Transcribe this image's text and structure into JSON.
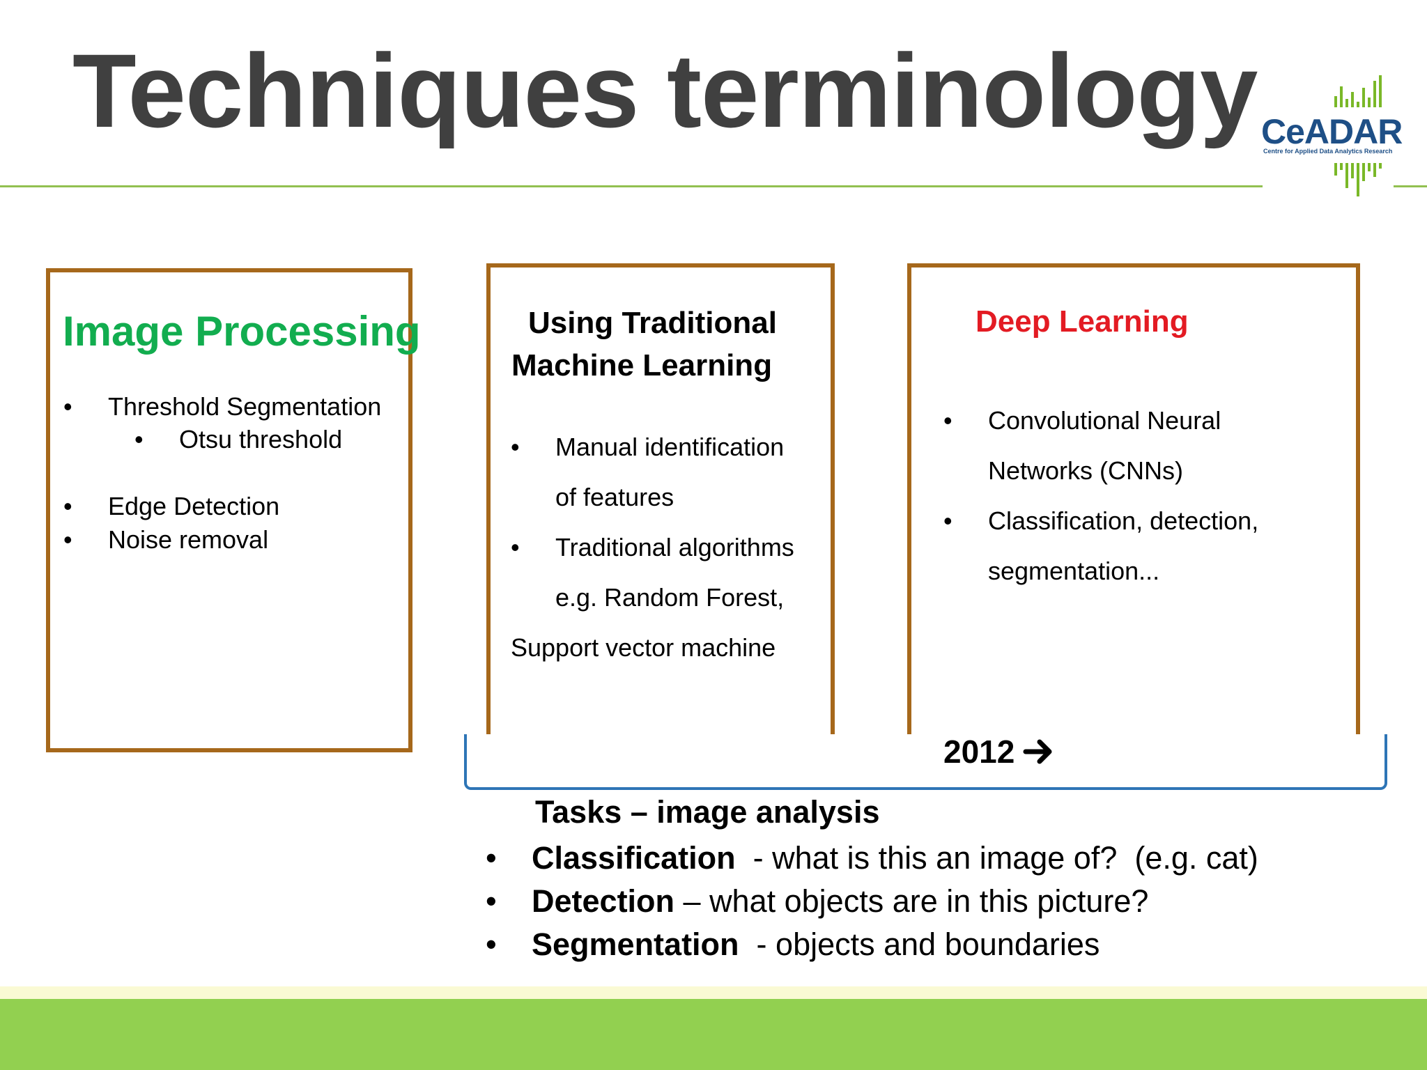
{
  "title": "Techniques terminology",
  "logo": {
    "name": "CeADAR",
    "tagline": "Centre for Applied Data Analytics Research"
  },
  "image_processing": {
    "heading": "Image Processing",
    "items": [
      "Threshold Segmentation",
      "Otsu threshold",
      "Edge Detection",
      "Noise removal"
    ]
  },
  "traditional_ml": {
    "heading_line1": "Using Traditional",
    "heading_line2": "Machine Learning",
    "lines": [
      "Manual identification",
      "of features",
      "Traditional algorithms",
      "e.g. Random Forest,",
      "Support vector machine"
    ]
  },
  "deep_learning": {
    "heading": "Deep Learning",
    "lines": [
      "Convolutional Neural",
      "Networks (CNNs)",
      "Classification, detection,",
      "segmentation..."
    ]
  },
  "timeline": {
    "year": "2012"
  },
  "tasks": {
    "heading": "Tasks – image analysis",
    "items": [
      {
        "term": "Classification",
        "desc": "  - what is this an image of?  (e.g. cat)"
      },
      {
        "term": "Detection",
        "desc": " – what objects are in this picture?"
      },
      {
        "term": "Segmentation",
        "desc": "  - objects and boundaries"
      }
    ]
  },
  "bullet": "•",
  "colors": {
    "title": "#404040",
    "image_processing": "#12ad4f",
    "deep_learning": "#e31b23",
    "box_border": "#a6681b",
    "bracket": "#2e75b6",
    "footer_green": "#92d050",
    "logo_blue": "#1e4f86",
    "logo_green": "#7ab828"
  }
}
